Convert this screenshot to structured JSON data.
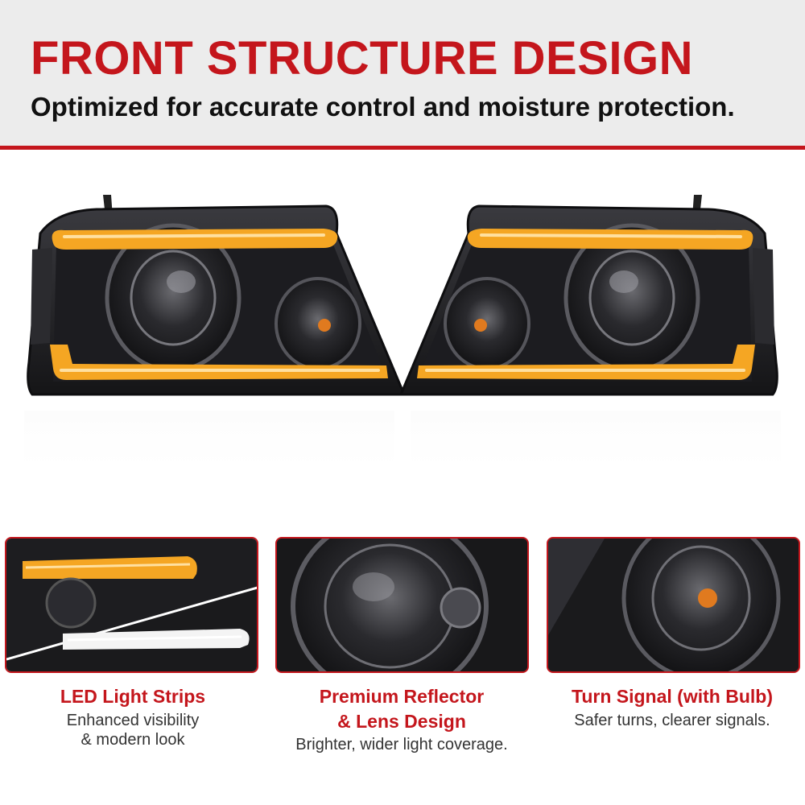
{
  "header": {
    "title": "FRONT STRUCTURE DESIGN",
    "subtitle": "Optimized for accurate control and moisture protection."
  },
  "features": [
    {
      "title": "LED Light Strips",
      "lines": [
        "Enhanced visibility",
        "& modern look"
      ]
    },
    {
      "title_lines": [
        "Premium Reflector",
        "& Lens Design"
      ],
      "lines": [
        "Brighter, wider light coverage."
      ]
    },
    {
      "title": "Turn Signal (with Bulb)",
      "lines": [
        "Safer turns, clearer signals."
      ]
    }
  ],
  "colors": {
    "accent": "#c4161c",
    "header_bg": "#ececec",
    "led_glow": "#f5a623",
    "housing": "#1e1e22"
  }
}
